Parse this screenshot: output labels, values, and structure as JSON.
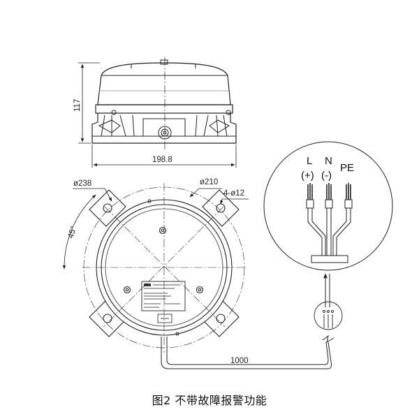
{
  "figure": {
    "caption": "图2 不带故障报警功能"
  },
  "dimensions": {
    "height": "117",
    "width": "198.8",
    "outer_diameter": "ø238",
    "bolt_circle": "ø210",
    "mounting_holes": "4-ø12",
    "angle": "45°",
    "cable_length": "1000"
  },
  "wiring": {
    "terminals": [
      {
        "name": "L",
        "polarity": "(+)"
      },
      {
        "name": "N",
        "polarity": "(-)"
      },
      {
        "name": "PE",
        "polarity": ""
      }
    ]
  },
  "colors": {
    "line": "#222222",
    "background": "#ffffff"
  }
}
